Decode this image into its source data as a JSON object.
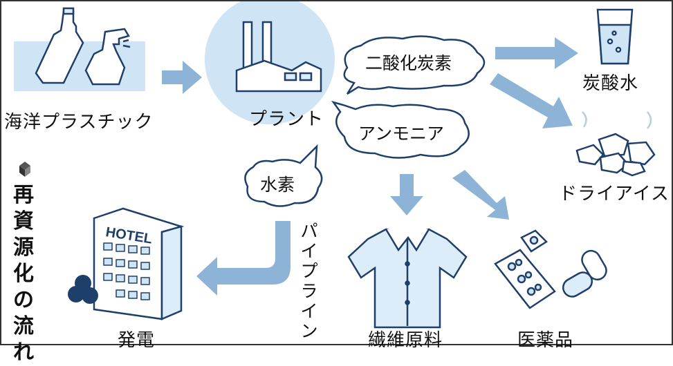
{
  "title": "再資源化の流れ",
  "nodes": {
    "ocean_plastic": "海洋プラスチック",
    "plant": "プラント",
    "carbonated_water": "炭酸水",
    "dry_ice": "ドライアイス",
    "fiber": "繊維原料",
    "medicine": "医薬品",
    "power": "発電"
  },
  "clouds": {
    "co2": "二酸化炭素",
    "ammonia": "アンモニア",
    "hydrogen": "水素"
  },
  "pipeline": "パイプライン",
  "hotel_sign": "HOTEL",
  "colors": {
    "arrow": "#8db3d6",
    "stroke": "#1e3f6a",
    "fill": "#dcecf8",
    "plant_bg": "#cfe4f5"
  }
}
